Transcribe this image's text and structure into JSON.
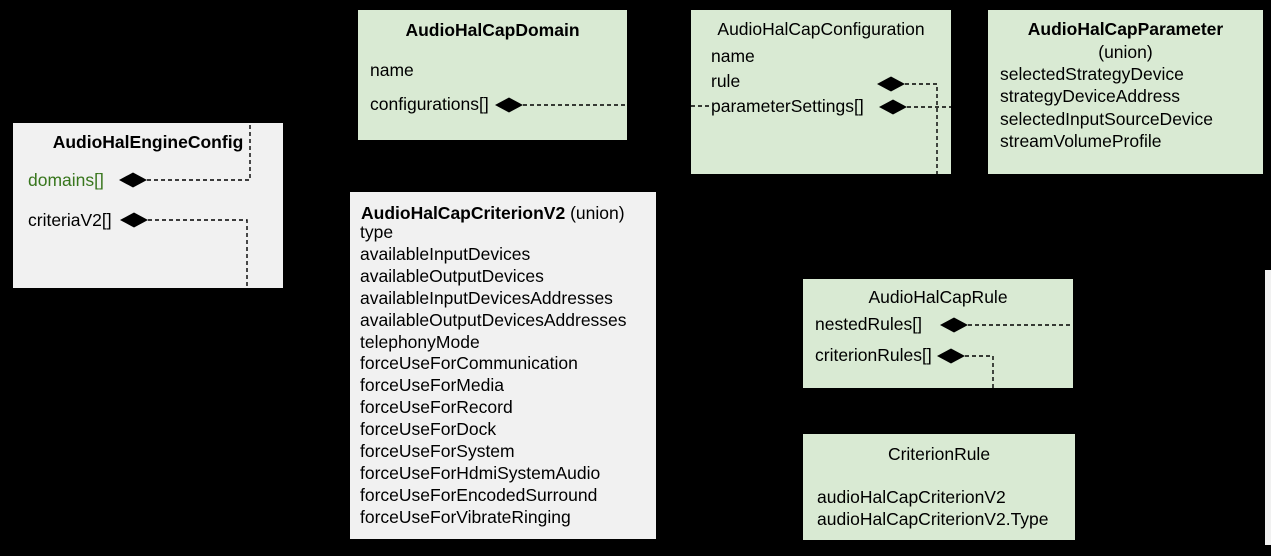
{
  "colors": {
    "background": "#000000",
    "box_green": "#d9ead3",
    "box_gray": "#f1f1f1",
    "text": "#000000",
    "green_field_text": "#38761d",
    "connector": "#000000"
  },
  "icons": {
    "diamond": "composition-diamond"
  },
  "boxes": {
    "engine": {
      "title": "AudioHalEngineConfig",
      "fields": [
        "domains[]",
        "criteriaV2[]"
      ]
    },
    "domain": {
      "title": "AudioHalCapDomain",
      "fields": [
        "name",
        "configurations[]"
      ]
    },
    "configuration": {
      "title": "AudioHalCapConfiguration",
      "fields": [
        "name",
        "rule",
        "parameterSettings[]"
      ]
    },
    "parameter": {
      "title": "AudioHalCapParameter",
      "subtitle": "(union)",
      "fields": [
        "selectedStrategyDevice",
        "strategyDeviceAddress",
        "selectedInputSourceDevice",
        "streamVolumeProfile"
      ]
    },
    "criterion_v2": {
      "title": "AudioHalCapCriterionV2",
      "title_suffix": " (union)",
      "fields": [
        "type",
        "availableInputDevices",
        "availableOutputDevices",
        "availableInputDevicesAddresses",
        "availableOutputDevicesAddresses",
        "telephonyMode",
        "forceUseForCommunication",
        "forceUseForMedia",
        "forceUseForRecord",
        "forceUseForDock",
        "forceUseForSystem",
        "forceUseForHdmiSystemAudio",
        "forceUseForEncodedSurround",
        "forceUseForVibrateRinging"
      ]
    },
    "rule": {
      "title": "AudioHalCapRule",
      "fields": [
        "nestedRules[]",
        "criterionRules[]"
      ]
    },
    "criterion_rule": {
      "title": "CriterionRule",
      "fields": [
        "audioHalCapCriterionV2",
        "audioHalCapCriterionV2.Type"
      ]
    }
  }
}
